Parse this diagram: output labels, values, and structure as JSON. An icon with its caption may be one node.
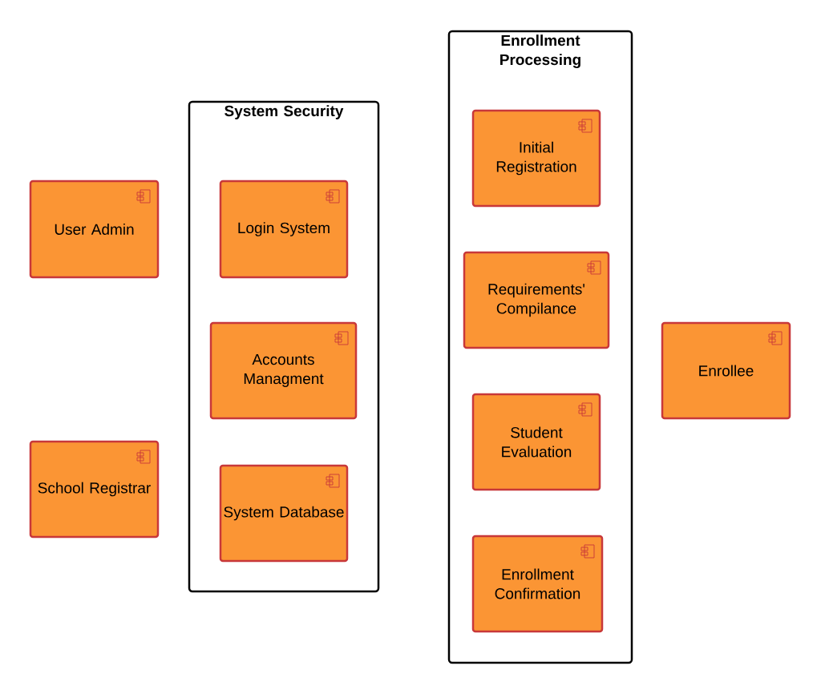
{
  "diagram": {
    "nodes": [
      {
        "text": [
          "User Admin"
        ]
      },
      {
        "text": [
          "School Registrar"
        ]
      },
      {
        "text": [
          "System Security"
        ]
      },
      {
        "text": [
          "Login System"
        ],
        "in": 2
      },
      {
        "text": [
          "Accounts Managment"
        ],
        "in": 2
      },
      {
        "text": [
          "System Database"
        ],
        "in": 2
      },
      {
        "text": [
          "Enrollment Processing"
        ]
      },
      {
        "text": [
          "Initial Registration"
        ],
        "in": 6
      },
      {
        "text": [
          "Requirements' Compilance"
        ],
        "in": 6
      },
      {
        "text": [
          "Student Evaluation"
        ],
        "in": 6
      },
      {
        "text": [
          "Enrollment Confirmation"
        ],
        "in": 6
      },
      {
        "text": [
          "Enrollee"
        ]
      }
    ]
  }
}
